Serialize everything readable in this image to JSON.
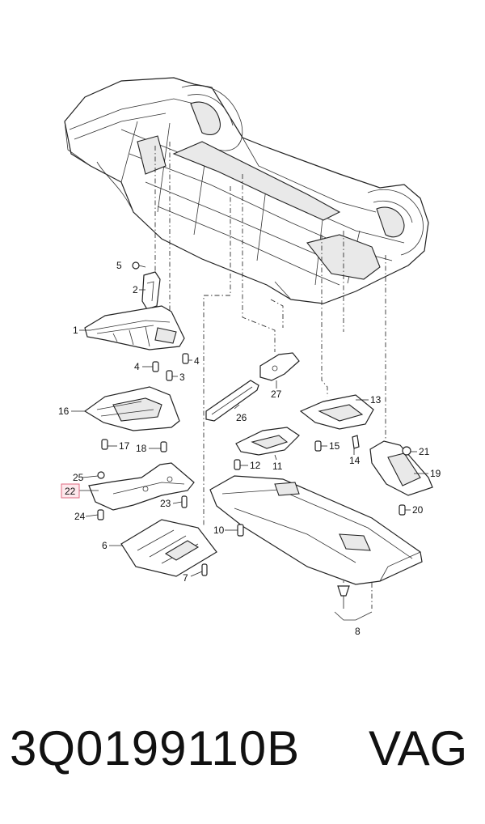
{
  "diagram": {
    "callouts": [
      "1",
      "2",
      "3",
      "4",
      "4",
      "5",
      "6",
      "7",
      "8",
      "10",
      "11",
      "12",
      "13",
      "14",
      "15",
      "16",
      "17",
      "18",
      "19",
      "20",
      "21",
      "22",
      "23",
      "24",
      "25",
      "26",
      "27"
    ],
    "highlighted": "22"
  },
  "footer": {
    "part_number": "3Q0199110B",
    "brand": "VAG"
  }
}
